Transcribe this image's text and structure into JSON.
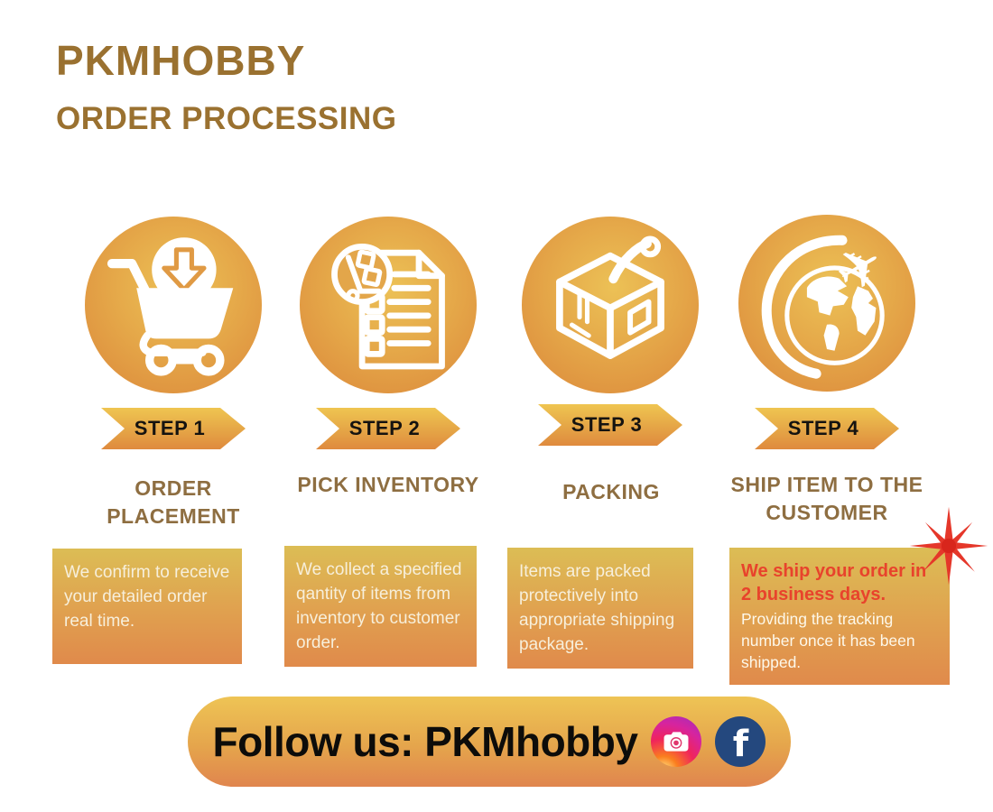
{
  "header": {
    "brand": "PKMHOBBY",
    "subtitle": "ORDER PROCESSING"
  },
  "steps": [
    {
      "badge": "STEP 1",
      "title": "ORDER PLACEMENT",
      "icon": "cart-download-icon",
      "highlight": "",
      "description": "We confirm to receive your detailed order real time."
    },
    {
      "badge": "STEP 2",
      "title": "PICK INVENTORY",
      "icon": "pick-inventory-icon",
      "highlight": "",
      "description": "We collect a specified qantity of items from inventory to customer order."
    },
    {
      "badge": "STEP 3",
      "title": "PACKING",
      "icon": "packing-box-icon",
      "highlight": "",
      "description": "Items are packed protectively into appropriate shipping package."
    },
    {
      "badge": "STEP 4",
      "title": "SHIP ITEM TO THE CUSTOMER",
      "icon": "global-shipping-icon",
      "highlight": "We ship your order in 2 business days.",
      "description": "Providing the tracking number once it has been shipped."
    }
  ],
  "footer": {
    "follow_label": "Follow us: PKMhobby",
    "social": [
      {
        "name": "instagram"
      },
      {
        "name": "facebook",
        "label": "f"
      }
    ]
  },
  "colors": {
    "brand_brown": "#9a7130",
    "step_title_brown": "#8e6e41",
    "circle_gold": "#e5a849",
    "accent_red": "#e8432c",
    "facebook_blue": "#24487e",
    "box_gradient_top": "#dcbd55",
    "box_gradient_bottom": "#e08a4b",
    "text_cream": "#f7efdb"
  }
}
